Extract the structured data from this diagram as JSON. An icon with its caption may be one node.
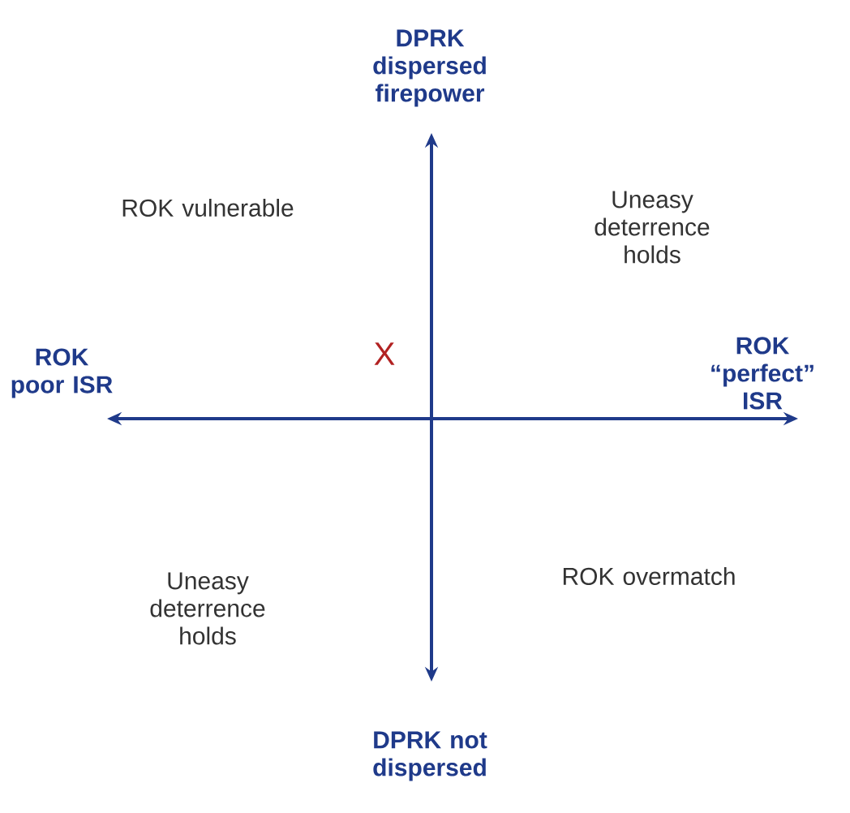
{
  "diagram": {
    "labels": [
      "DPRK dispersed firepower",
      "ROK vulnerable",
      "Uneasy deterrence holds",
      "X",
      "ROK poor ISR",
      "ROK “perfect” ISR",
      "Uneasy deterrence holds",
      "ROK overmatch",
      "DPRK not dispersed"
    ]
  }
}
